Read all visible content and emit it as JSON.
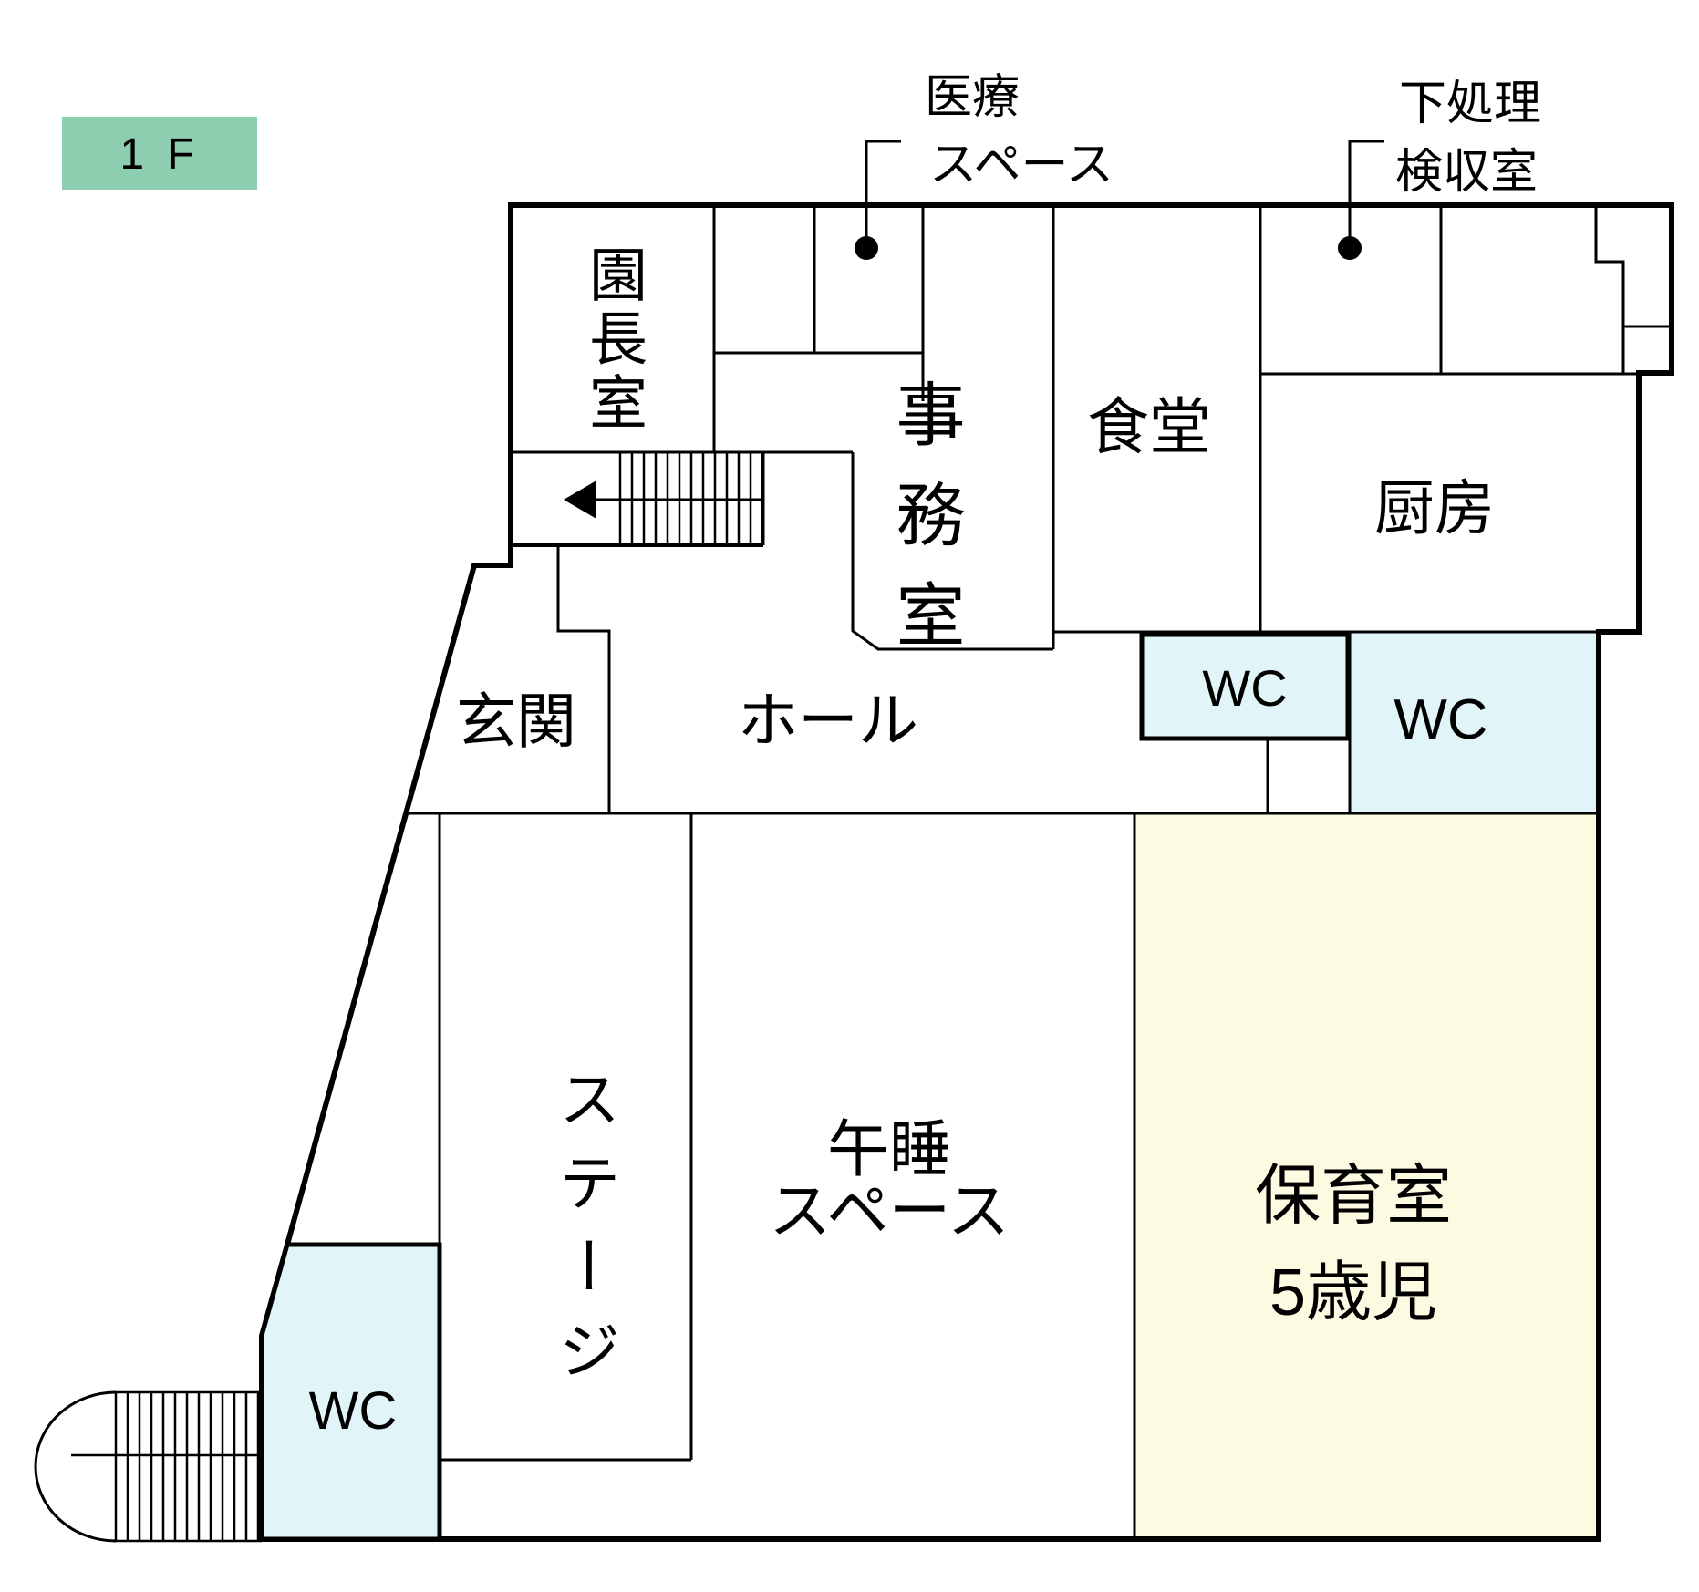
{
  "floor_tag": {
    "label": "1 F",
    "bg": "#8DCDB0"
  },
  "colors": {
    "wall": "#000000",
    "wc_fill": "#E1F4F7",
    "nursery_fill": "#FDFAE2",
    "tag_green": "#8DCDB0"
  },
  "callouts": {
    "medical": {
      "line1": "医療",
      "line2": "スペース"
    },
    "prep": {
      "line1": "下処理",
      "line2": "検収室"
    }
  },
  "rooms": {
    "principal": {
      "label": "園長室"
    },
    "office": {
      "label": "事務室"
    },
    "dining": {
      "label": "食堂"
    },
    "kitchen": {
      "label": "厨房"
    },
    "entrance": {
      "label": "玄関"
    },
    "hall": {
      "label": "ホール"
    },
    "wc_small": {
      "label": "WC"
    },
    "wc_right": {
      "label": "WC"
    },
    "wc_bottom": {
      "label": "WC"
    },
    "stage": {
      "label": "ステージ"
    },
    "nap": {
      "line1": "午睡",
      "line2": "スペース"
    },
    "nursery": {
      "line1": "保育室",
      "line2": "5歳児"
    }
  }
}
